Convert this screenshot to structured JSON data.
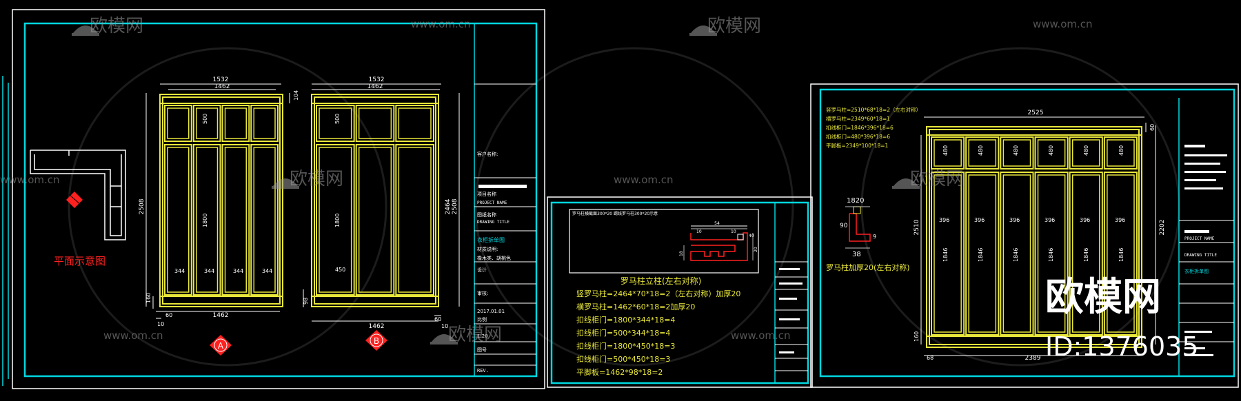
{
  "watermark": {
    "brand": "欧模网",
    "url": "www.om.cn",
    "big_brand": "欧模网",
    "id_text": "ID:1376035"
  },
  "colors": {
    "frame": "#00d8e0",
    "panel": "#e8e63a",
    "white": "#ffffff",
    "red": "#ff2020",
    "bg": "#000000"
  },
  "sheet1": {
    "plan_label": "平面示意图",
    "marker_a": "A",
    "marker_b": "B",
    "elev_a": {
      "top_overall": "1532",
      "top_inner": "1462",
      "top_right": "104",
      "upper_door_h": "500",
      "lower_door_h": "1800",
      "overall_h": "2508",
      "door_w": [
        "344",
        "344",
        "344",
        "344"
      ],
      "base_h": "160",
      "bottom_left": "60",
      "bottom_main": "1462",
      "bottom_small": "10"
    },
    "elev_b": {
      "top_overall": "1532",
      "top_inner": "1462",
      "upper_door_h": "500",
      "lower_door_h": "1800",
      "overall_h": "2508",
      "side_h": "2464",
      "door_w": "450",
      "base_h": "98",
      "bottom_main": "1462",
      "bottom_right": "60",
      "bottom_small": "10"
    },
    "titleblock": {
      "client_label": "客户名称:",
      "project_label": "项目名称",
      "project_name_label": "PROJECT NAME",
      "drawing_label": "图纸名称",
      "drawing_title_label": "DRAWING TITLE",
      "drawing_title": "衣柜拆单图",
      "material_label": "材质说明:",
      "material": "橡木类、胡桃色",
      "designer_label": "设计",
      "review_label": "审核:",
      "date": "2017.01.01",
      "scale_label": "比例",
      "scale": "1:20",
      "drawing_no_label": "图号",
      "revision": "REV."
    }
  },
  "sheet2": {
    "section_title": "罗马柱横截面300*20 踢线罗马柱300*20示意",
    "section_dims": [
      "54",
      "10",
      "10",
      "18",
      "20",
      "40"
    ],
    "heading": "罗马柱立柱(左右对称)",
    "list": [
      "竖罗马柱=2464*70*18=2（左右对称）加厚20",
      "横罗马柱=1462*60*18=2加厚20",
      "扣线柜门=1800*344*18=4",
      "扣线柜门=500*344*18=4",
      "扣线柜门=1800*450*18=3",
      "扣线柜门=500*450*18=3",
      "平脚板=1462*98*18=2"
    ]
  },
  "sheet3": {
    "notes": [
      "竖罗马柱=2510*68*18=2（左右对称）",
      "横罗马柱=2349*60*18=1",
      "扣线柜门=1846*396*18=6",
      "扣线柜门=480*396*18=6",
      "平脚板=2349*100*18=1"
    ],
    "profile_w": "1820",
    "profile_h": "90",
    "profile_small": "9",
    "profile_base": "38",
    "profile_caption": "罗马柱加厚20(左右对称)",
    "top_overall": "2525",
    "upper_door_h": "480",
    "door_w": "396",
    "lower_door_h": "1846",
    "overall_h": "2510",
    "inner_h": "2202",
    "top_right": "60",
    "base_h": "160",
    "bottom_left": "68",
    "bottom_main": "2389",
    "tb_project": "PROJECT NAME",
    "tb_drawing": "DRAWING TITLE",
    "tb_title": "衣柜拆单图"
  }
}
